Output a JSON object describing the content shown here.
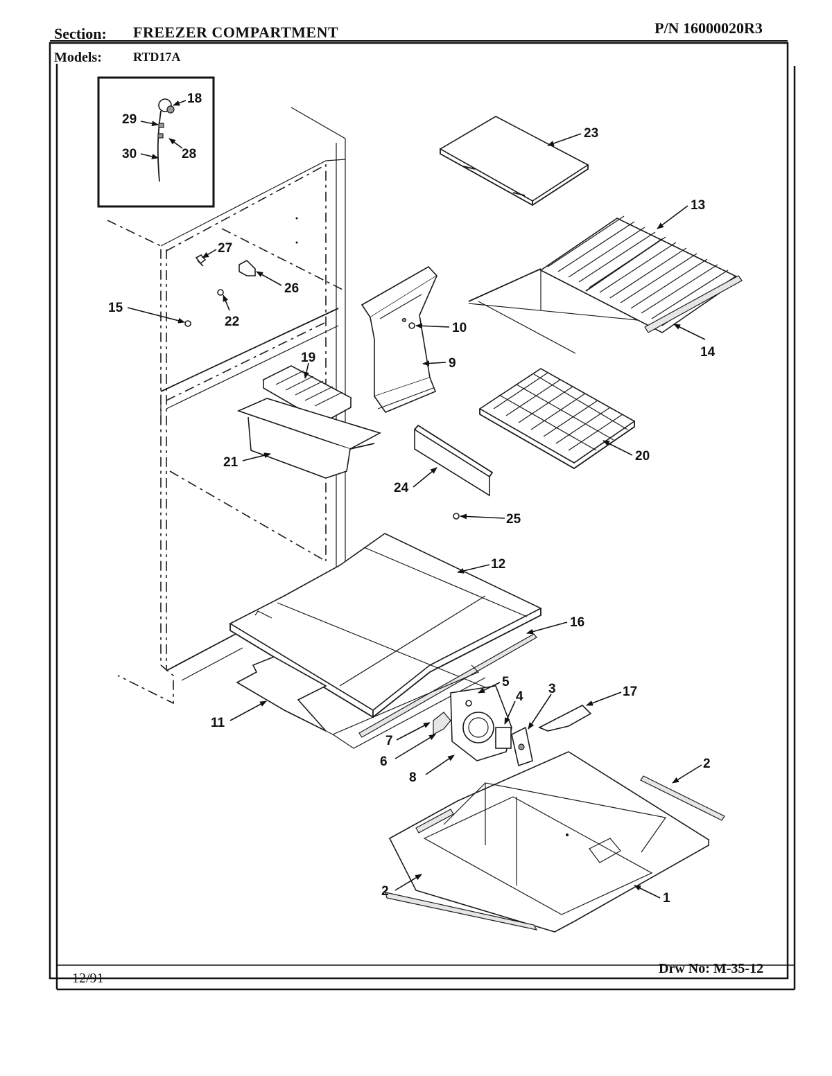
{
  "header": {
    "section_label": "Section:",
    "section_value": "FREEZER COMPARTMENT",
    "part_number": "P/N 16000020R3",
    "models_label": "Models:",
    "models_value": "RTD17A"
  },
  "footer": {
    "date": "12/91",
    "drawing_number": "Drw No: M-35-12"
  },
  "callouts": [
    "18",
    "29",
    "28",
    "30",
    "23",
    "27",
    "26",
    "22",
    "15",
    "13",
    "14",
    "10",
    "9",
    "19",
    "21",
    "20",
    "24",
    "25",
    "12",
    "16",
    "5",
    "4",
    "3",
    "17",
    "7",
    "6",
    "8",
    "11",
    "2",
    "2",
    "1"
  ]
}
